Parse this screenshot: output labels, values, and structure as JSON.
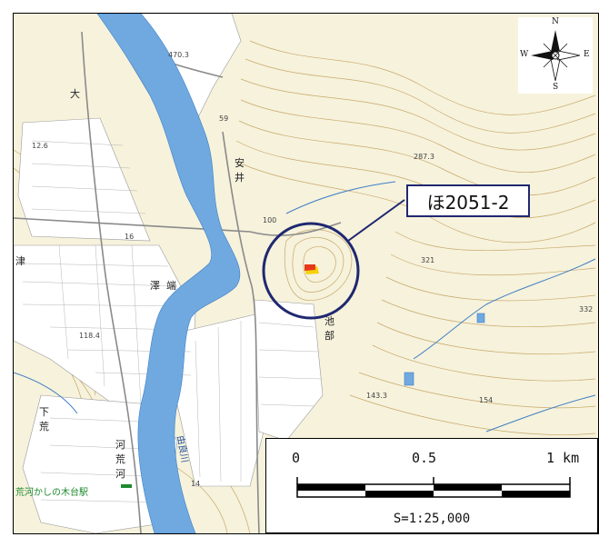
{
  "map": {
    "callout_label": "ほ2051-2",
    "compass": {
      "n": "N",
      "s": "S",
      "e": "E",
      "w": "W"
    },
    "scale": {
      "tick_0": "0",
      "tick_mid": "0.5",
      "tick_end": "1 km",
      "ratio": "S=1:25,000"
    },
    "place_names": [
      "安",
      "井",
      "池",
      "部",
      "津",
      "澤",
      "端",
      "下",
      "荒",
      "河",
      "荒",
      "河",
      "大"
    ],
    "river_name": "由良川",
    "station_name": "荒河かしの木台駅",
    "spot_heights": [
      "287.3",
      "321",
      "332",
      "143.3",
      "154",
      "118.4",
      "100",
      "59",
      "470.3",
      "12.6",
      "16",
      "14",
      "154"
    ],
    "colors": {
      "water": "#6fa9e0",
      "paddy": "#ffffff",
      "forest": "#f6f2dc",
      "contour": "#c9a96a",
      "road": "#8a8a8a",
      "circle": "#1f2870",
      "marker_red": "#e43a1a",
      "marker_yellow": "#f5d20a"
    }
  }
}
